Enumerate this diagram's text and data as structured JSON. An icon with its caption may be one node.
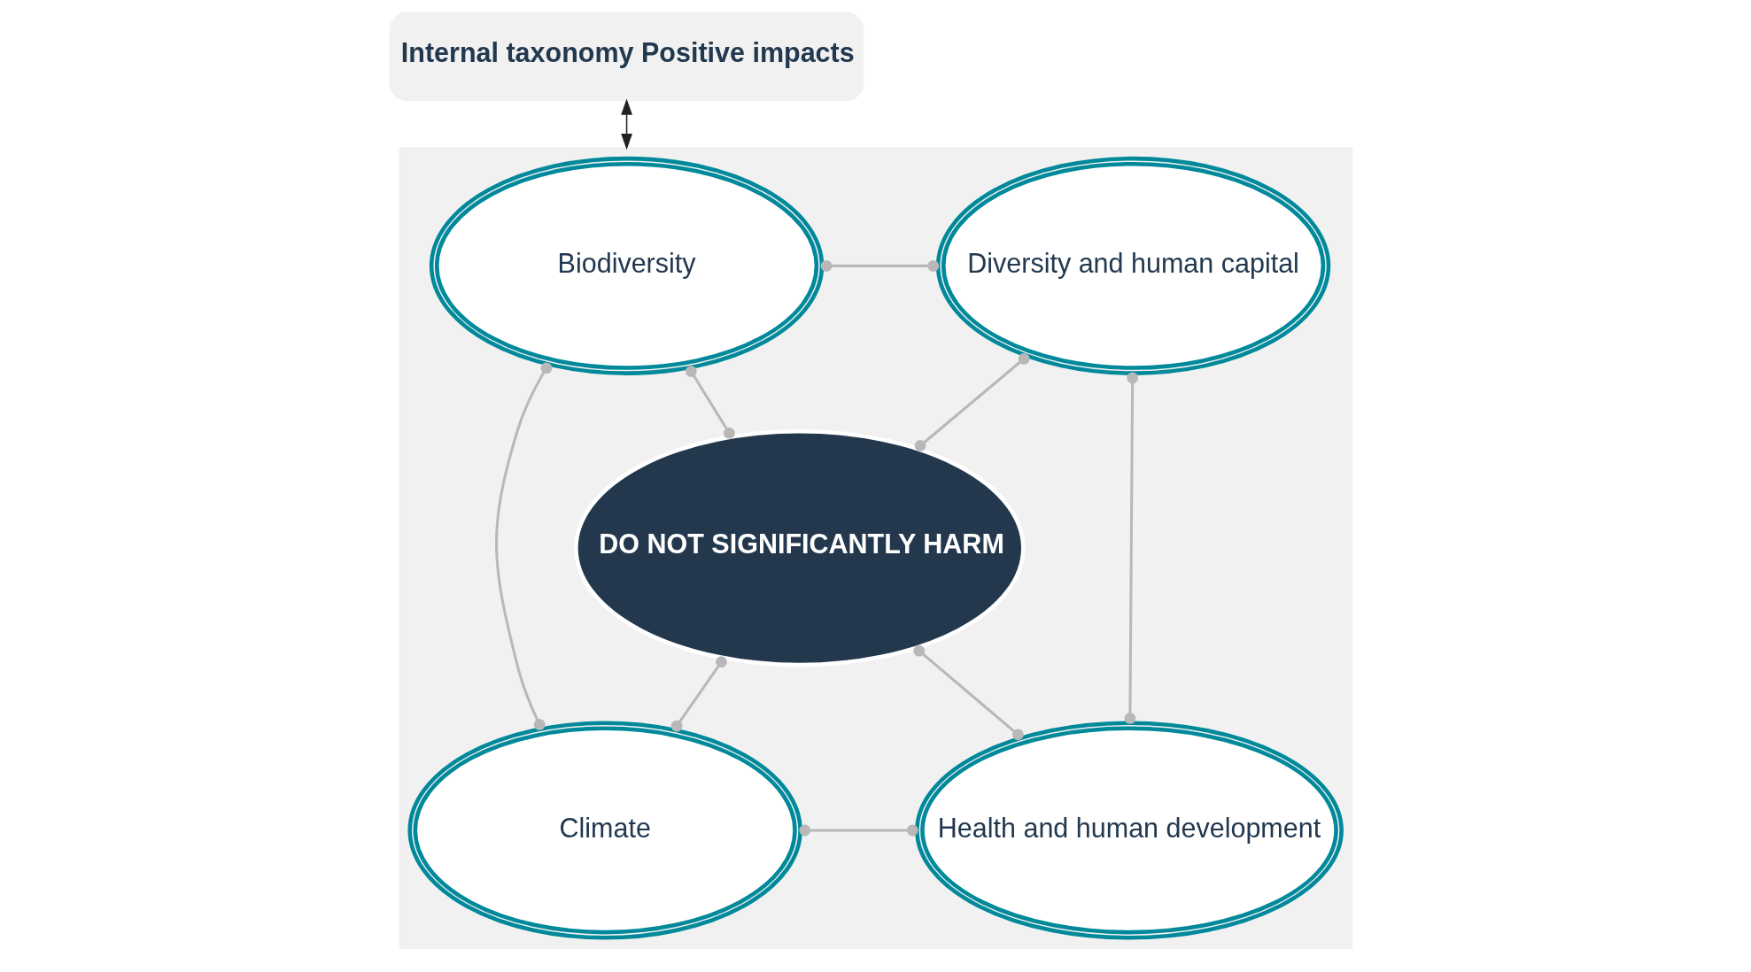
{
  "diagram": {
    "nodes": [
      {
        "text": [
          "Internal taxonomy Positive impacts"
        ]
      },
      {
        "text": [],
        "shape": "box"
      },
      {
        "text": [
          "Biodiversity"
        ],
        "in": 1
      },
      {
        "text": [
          "Diversity and human capital"
        ],
        "in": 1
      },
      {
        "text": [
          "DO NOT SIGNIFICANTLY HARM"
        ],
        "in": 1
      },
      {
        "text": [
          "Climate"
        ],
        "in": 1
      },
      {
        "text": [
          "Health and human development"
        ],
        "in": 1
      }
    ],
    "edges": [
      {
        "from": 0,
        "to": 1,
        "arrow": "both",
        "color": "#222222"
      },
      {
        "from": 2,
        "to": 3,
        "arrow": "other"
      },
      {
        "from": 2,
        "to": 4,
        "arrow": "other"
      },
      {
        "from": 3,
        "to": 4,
        "arrow": "other"
      },
      {
        "from": 2,
        "to": 5,
        "arrow": "other"
      },
      {
        "from": 3,
        "to": 6,
        "arrow": "other"
      },
      {
        "from": 5,
        "to": 4,
        "arrow": "other"
      },
      {
        "from": 6,
        "to": 4,
        "arrow": "other"
      },
      {
        "from": 5,
        "to": 6,
        "arrow": "other"
      }
    ]
  }
}
